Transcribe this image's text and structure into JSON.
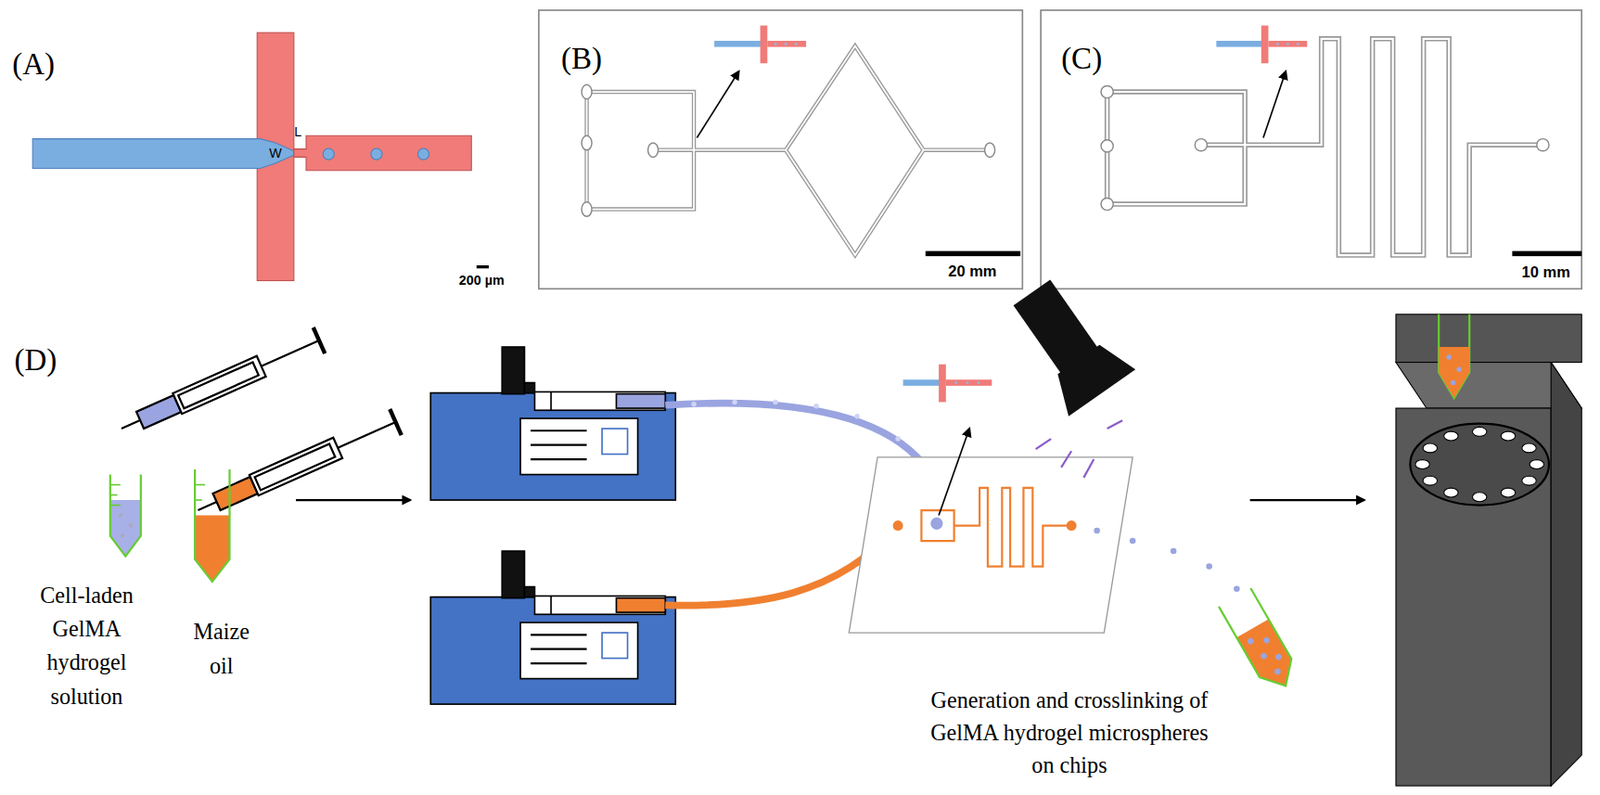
{
  "diagram": {
    "labels": [
      "(A)",
      "W",
      "L",
      "200 µm",
      "(B)",
      "20 mm",
      "(C)",
      "10 mm",
      "(D)",
      "Cell-laden GelMA hydrogel solution",
      "Maize oil",
      "Generation and crosslinking of GelMA hydrogel microspheres on chips"
    ]
  }
}
